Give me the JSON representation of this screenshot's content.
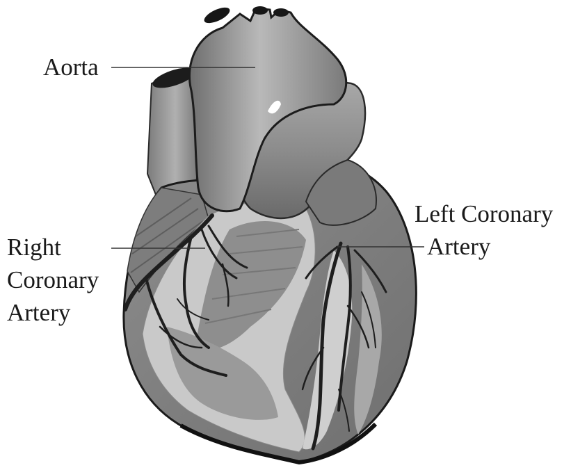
{
  "labels": {
    "aorta": "Aorta",
    "right_coronary_line1": "Right",
    "right_coronary_line2": "Coronary",
    "right_coronary_line3": "Artery",
    "left_coronary_line1": "Left Coronary",
    "left_coronary_line2": "Artery"
  },
  "colors": {
    "background": "#ffffff",
    "heart_dark": "#4a4a4a",
    "heart_mid": "#8a8a8a",
    "heart_light": "#c8c8c8",
    "vessel": "#222222",
    "leader_line": "#333333"
  }
}
